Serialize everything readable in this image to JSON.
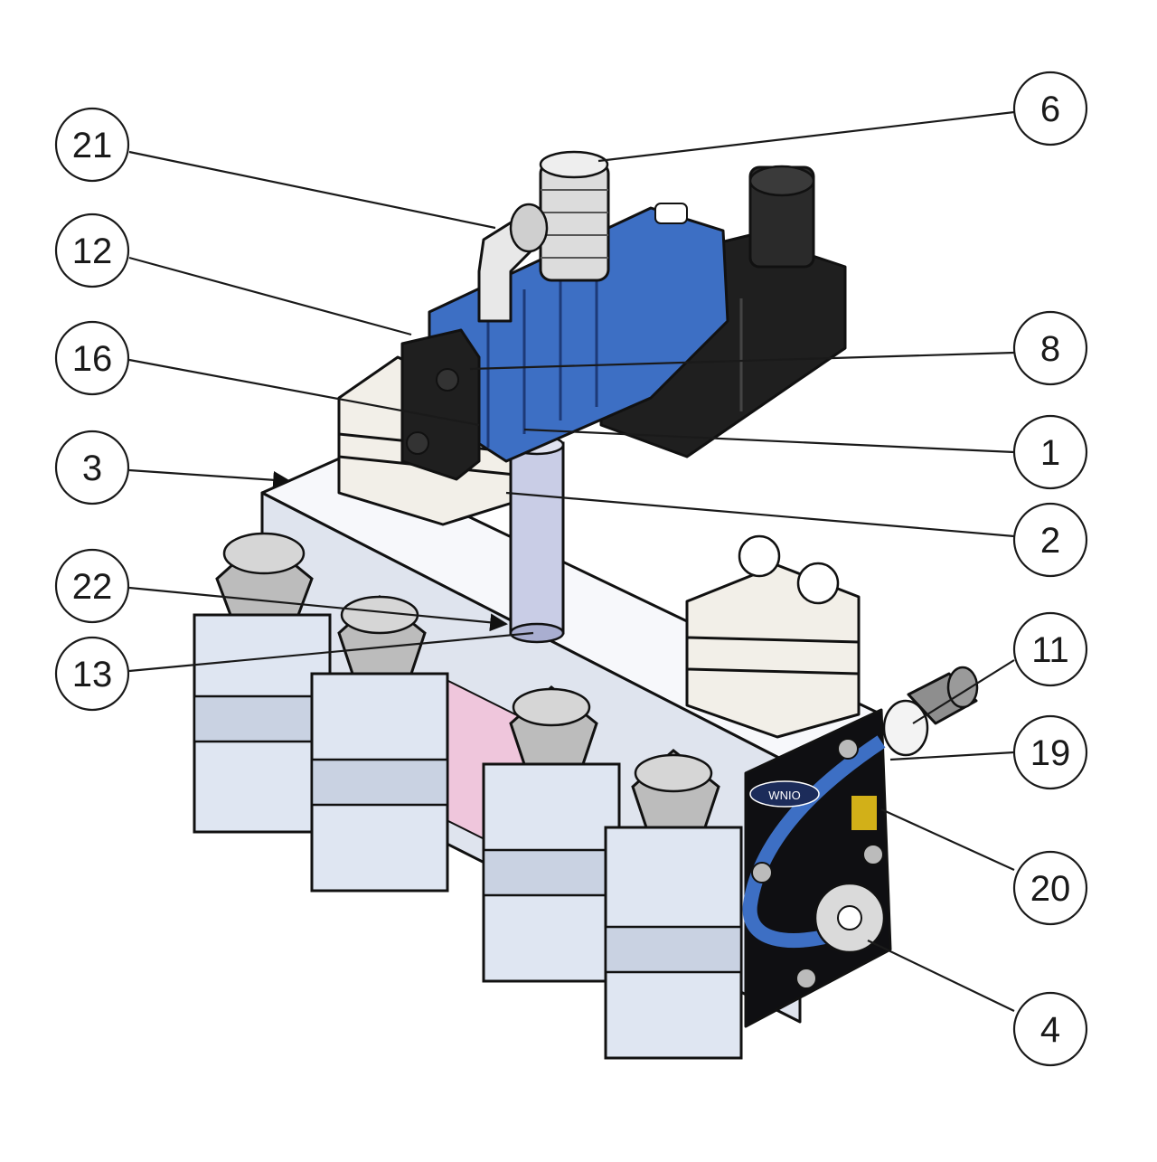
{
  "callouts": [
    "21",
    "12",
    "16",
    "3",
    "22",
    "13",
    "6",
    "8",
    "1",
    "2",
    "11",
    "19",
    "20",
    "4"
  ],
  "part_colors": {
    "valve_body_blue": "#3d6fc4",
    "solenoid_black": "#1f1f1f",
    "manifold_light": "#e4e9f2",
    "side_plate_black": "#0f0f12",
    "pink_panel": "#efc6dc",
    "clamp_white": "#f2efe8",
    "connector_grey": "#8e8e8e",
    "tube_lavender": "#c9cde6",
    "accent_yellow": "#e8c21a"
  },
  "side_plate_logo": "WNIO"
}
